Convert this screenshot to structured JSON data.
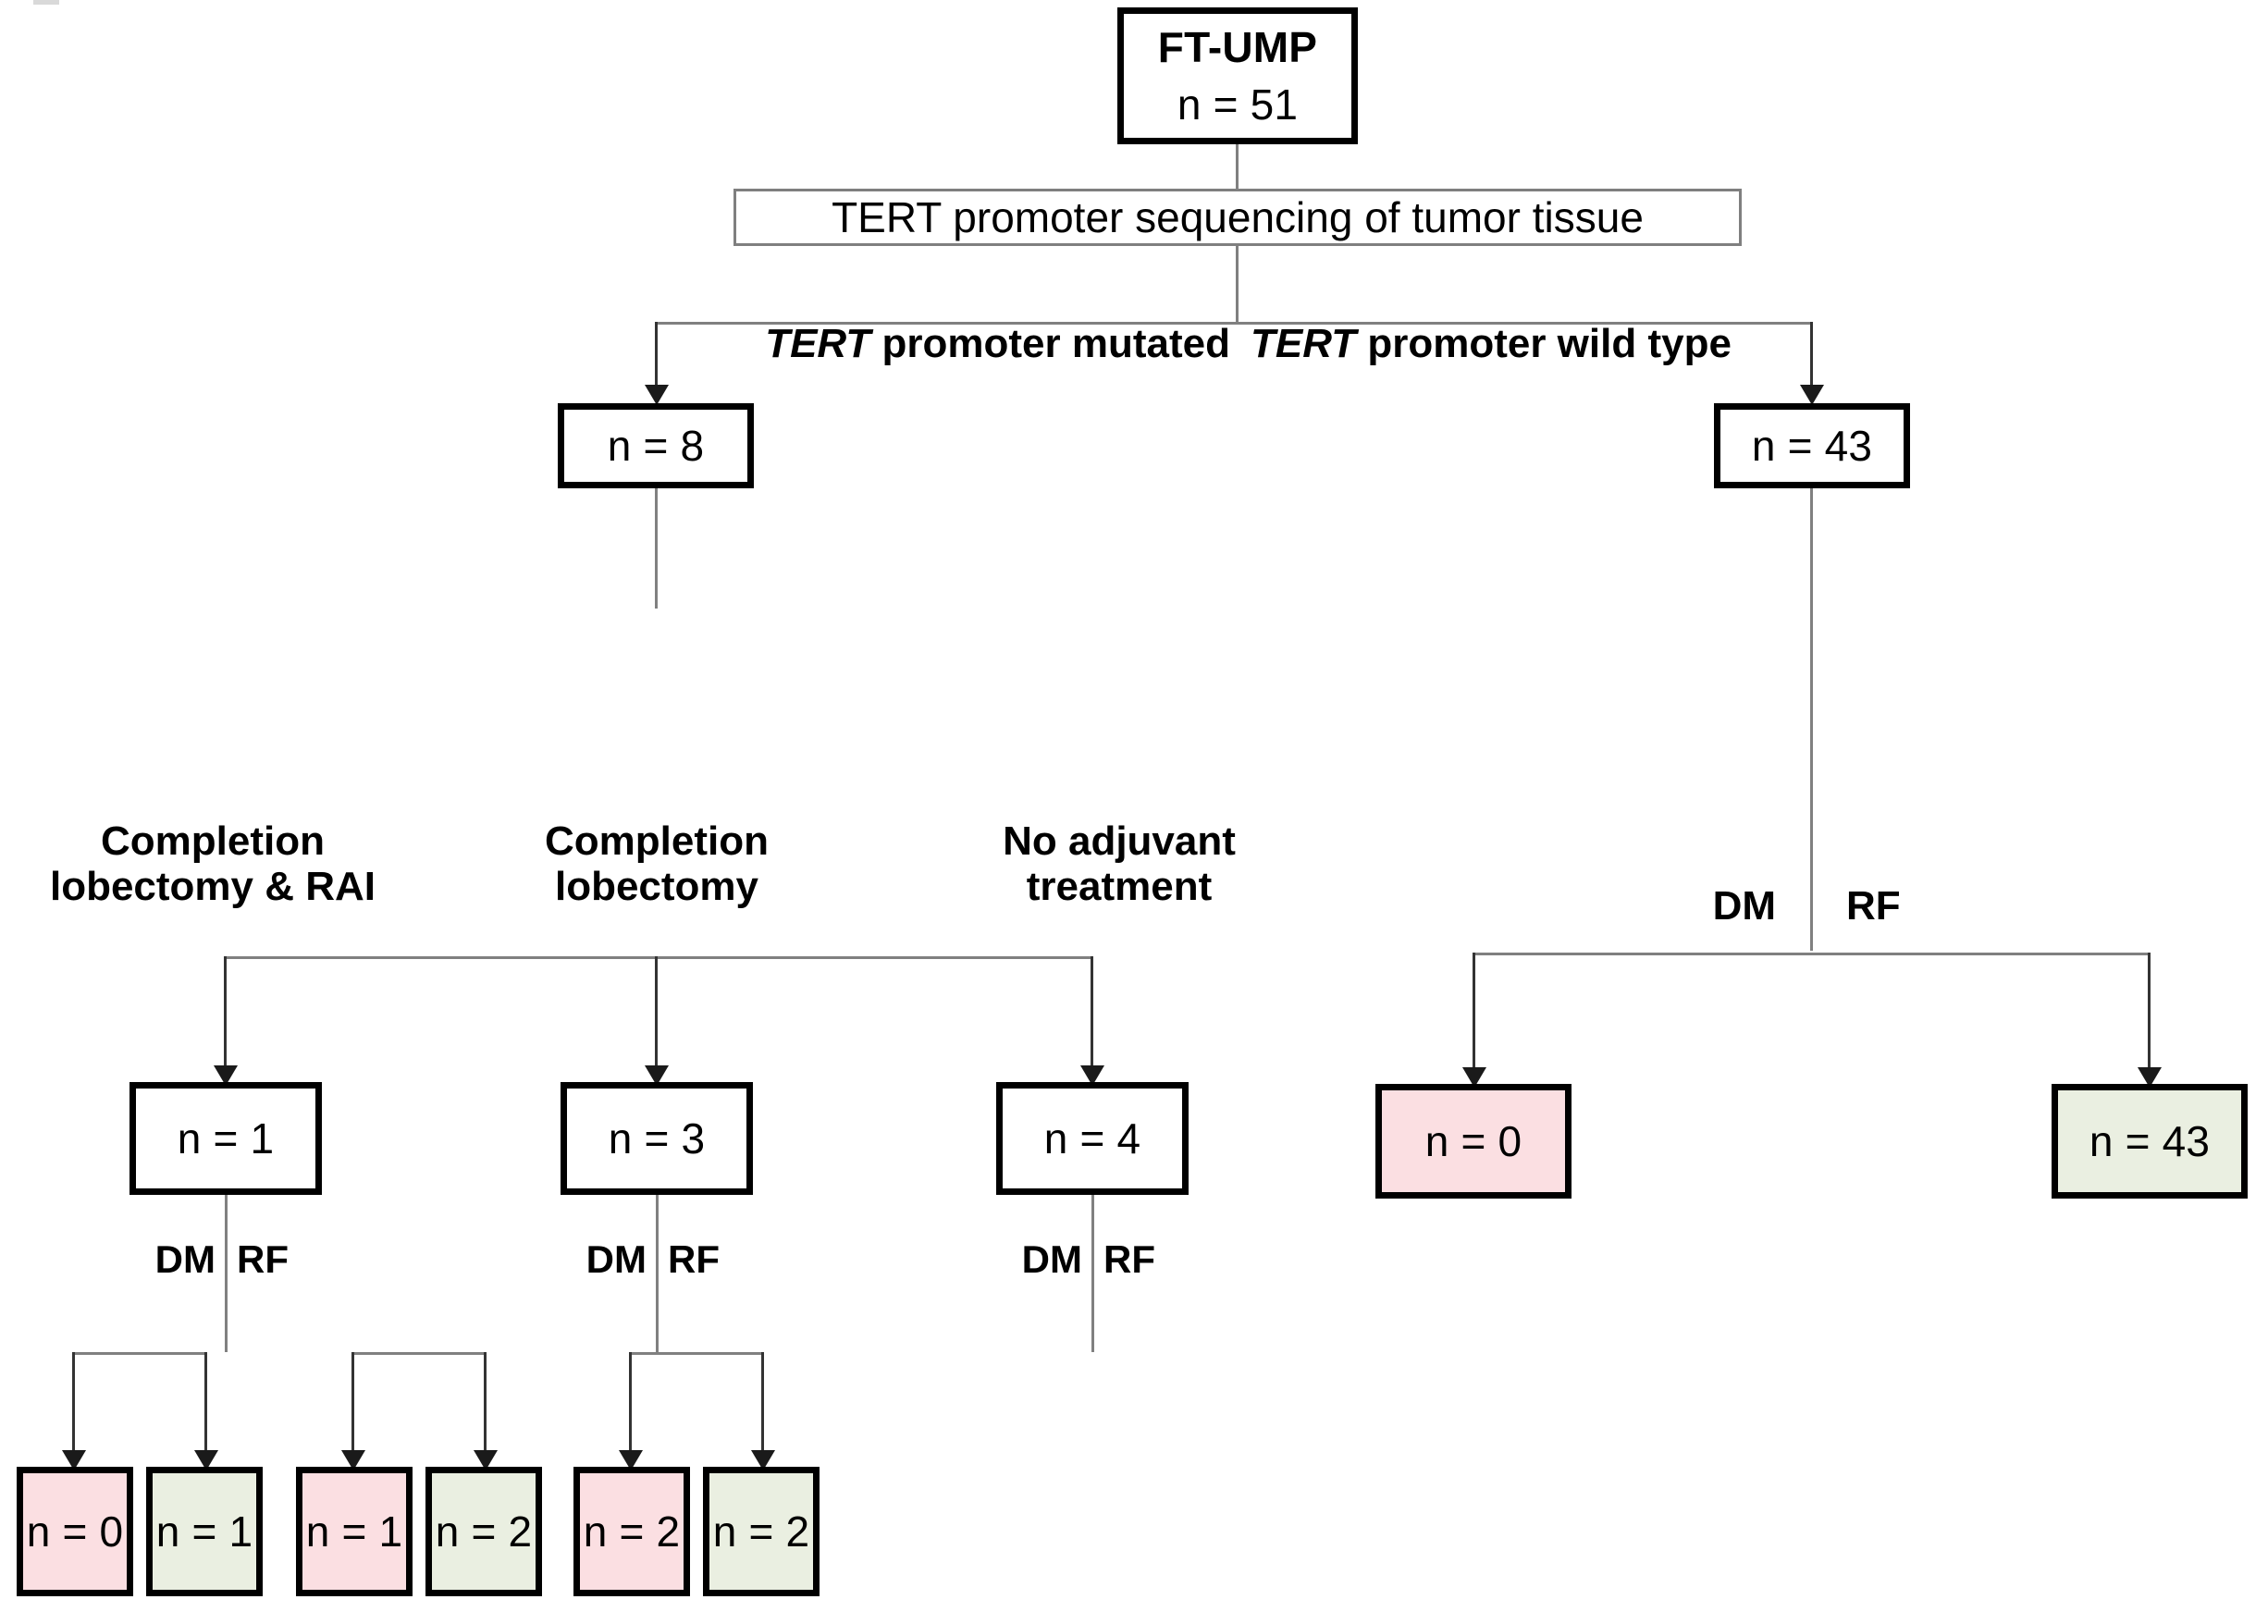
{
  "diagram": {
    "title_node": {
      "label": "FT-UMP",
      "count": "n = 51"
    },
    "process_node": {
      "label": "TERT promoter sequencing of tumor tissue"
    },
    "split_labels": {
      "mutated_gene": "TERT",
      "mutated_rest": " promoter mutated",
      "wildtype_gene": "TERT",
      "wildtype_rest": " promoter wild type"
    },
    "mutated_node": {
      "count": "n = 8"
    },
    "wildtype_node": {
      "count": "n = 43"
    },
    "treatment_labels": [
      "Completion\nlobectomy & RAI",
      "Completion\nlobectomy",
      "No adjuvant\ntreatment"
    ],
    "treatment_nodes": [
      {
        "count": "n = 1"
      },
      {
        "count": "n = 3"
      },
      {
        "count": "n = 4"
      }
    ],
    "outcome_label_dm": "DM",
    "outcome_label_rf": "RF",
    "outcome_nodes_mutated": [
      {
        "count": "n = 0",
        "kind": "DM",
        "color": "#fbdfe2"
      },
      {
        "count": "n = 1",
        "kind": "RF",
        "color": "#eaefe1"
      },
      {
        "count": "n = 1",
        "kind": "DM",
        "color": "#fbdfe2"
      },
      {
        "count": "n = 2",
        "kind": "RF",
        "color": "#eaefe1"
      },
      {
        "count": "n = 2",
        "kind": "DM",
        "color": "#fbdfe2"
      },
      {
        "count": "n = 2",
        "kind": "RF",
        "color": "#eaefe1"
      }
    ],
    "outcome_nodes_wildtype": [
      {
        "count": "n = 0",
        "kind": "DM",
        "color": "#fbdfe2"
      },
      {
        "count": "n = 43",
        "kind": "RF",
        "color": "#eaefe1"
      }
    ],
    "colors": {
      "dm_fill": "#fbdfe2",
      "rf_fill": "#eaefe1",
      "box_stroke": "#000000",
      "connector": "#808080"
    }
  }
}
